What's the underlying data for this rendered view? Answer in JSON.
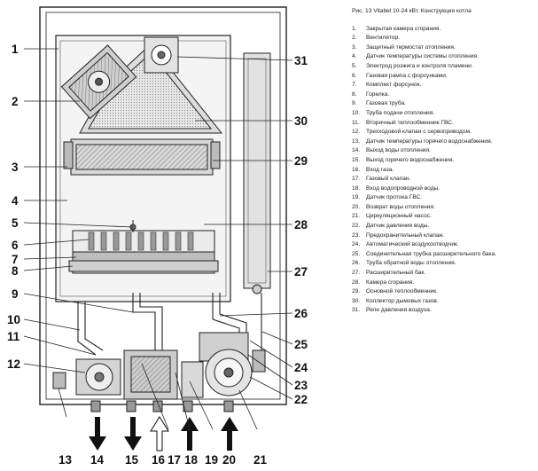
{
  "figure": {
    "caption": "Рис. 13 Vitabel 10-24 кВт. Конструкция котла",
    "callouts": [
      {
        "n": "1"
      },
      {
        "n": "2"
      },
      {
        "n": "3"
      },
      {
        "n": "4"
      },
      {
        "n": "5"
      },
      {
        "n": "6"
      },
      {
        "n": "7"
      },
      {
        "n": "8"
      },
      {
        "n": "9"
      },
      {
        "n": "10"
      },
      {
        "n": "11"
      },
      {
        "n": "12"
      },
      {
        "n": "13"
      },
      {
        "n": "14"
      },
      {
        "n": "15"
      },
      {
        "n": "16"
      },
      {
        "n": "17"
      },
      {
        "n": "18"
      },
      {
        "n": "19"
      },
      {
        "n": "20"
      },
      {
        "n": "21"
      },
      {
        "n": "22"
      },
      {
        "n": "23"
      },
      {
        "n": "24"
      },
      {
        "n": "25"
      },
      {
        "n": "26"
      },
      {
        "n": "27"
      },
      {
        "n": "28"
      },
      {
        "n": "29"
      },
      {
        "n": "30"
      },
      {
        "n": "31"
      }
    ],
    "legend": [
      {
        "n": "1.",
        "text": "Закрытая камера сгорания."
      },
      {
        "n": "2.",
        "text": "Вентилятор."
      },
      {
        "n": "3.",
        "text": "Защитный термостат отопления."
      },
      {
        "n": "4.",
        "text": "Датчик температуры системы отопления."
      },
      {
        "n": "5.",
        "text": "Электрод розжига и контроля пламени."
      },
      {
        "n": "6.",
        "text": "Газовая рампа с форсунками."
      },
      {
        "n": "7.",
        "text": "Комплект форсунок."
      },
      {
        "n": "8.",
        "text": "Горелка."
      },
      {
        "n": "9.",
        "text": "Газовая труба."
      },
      {
        "n": "10.",
        "text": "Труба подачи отопления."
      },
      {
        "n": "11.",
        "text": "Вторичный теплообменник ГВС."
      },
      {
        "n": "12.",
        "text": "Трехходовой клапан с сервоприводом."
      },
      {
        "n": "13.",
        "text": "Датчик температуры горячего водоснабжения."
      },
      {
        "n": "14.",
        "text": "Выход воды отопления."
      },
      {
        "n": "15.",
        "text": "Выход горячего водоснабжения."
      },
      {
        "n": "16.",
        "text": "Вход газа."
      },
      {
        "n": "17.",
        "text": "Газовый клапан."
      },
      {
        "n": "18.",
        "text": "Вход водопроводной воды."
      },
      {
        "n": "19.",
        "text": "Датчик протока ГВС."
      },
      {
        "n": "20.",
        "text": "Возврат воды отопления."
      },
      {
        "n": "21.",
        "text": "Циркуляционный насос."
      },
      {
        "n": "22.",
        "text": "Датчик давления воды."
      },
      {
        "n": "23.",
        "text": "Предохранительный клапан."
      },
      {
        "n": "24.",
        "text": "Автоматический воздухоотводчик."
      },
      {
        "n": "25.",
        "text": "Соединительная трубка расширительного бака."
      },
      {
        "n": "26.",
        "text": "Труба обратной воды отопления."
      },
      {
        "n": "27.",
        "text": "Расширительный бак."
      },
      {
        "n": "28.",
        "text": "Камера сгорания."
      },
      {
        "n": "29.",
        "text": "Основной теплообменник."
      },
      {
        "n": "30.",
        "text": "Коллектор дымовых газов."
      },
      {
        "n": "31.",
        "text": "Реле давления воздуха."
      }
    ]
  }
}
